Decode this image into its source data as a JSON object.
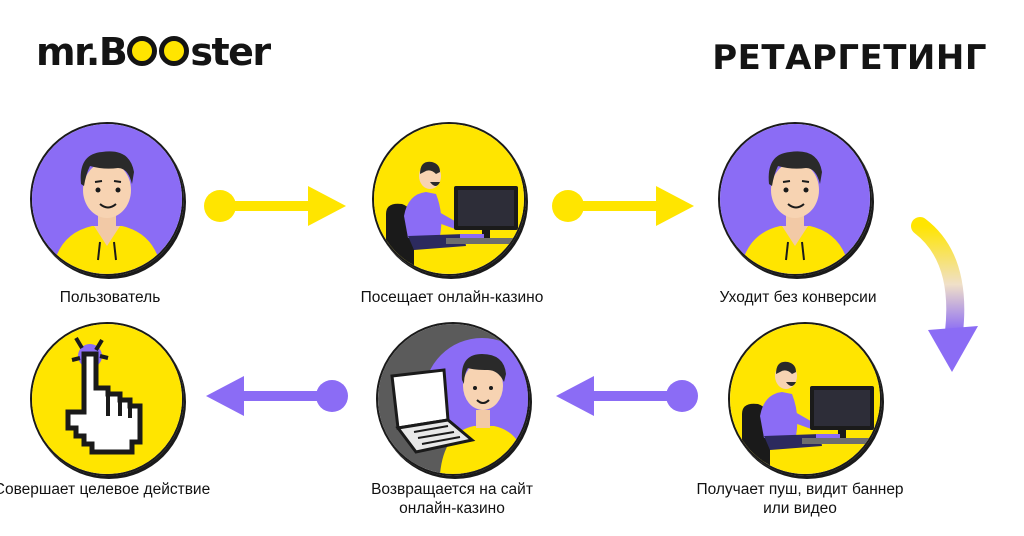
{
  "header": {
    "logo_prefix": "mr.B",
    "logo_suffix": "ster",
    "title": "РЕТАРГЕТИНГ"
  },
  "colors": {
    "yellow": "#FFE500",
    "purple": "#8B6CF5",
    "dark": "#141414",
    "gray": "#5B5B5B"
  },
  "steps": [
    {
      "id": 1,
      "label": "Пользователь",
      "scene": "person"
    },
    {
      "id": 2,
      "label": "Посещает онлайн-казино",
      "scene": "desk"
    },
    {
      "id": 3,
      "label": "Уходит без конверсии",
      "scene": "person"
    },
    {
      "id": 4,
      "label": "Получает пуш, видит баннер или видео",
      "scene": "desk"
    },
    {
      "id": 5,
      "label": "Возвращается на сайт онлайн-казино",
      "scene": "laptop"
    },
    {
      "id": 6,
      "label": "Совершает целевое действие",
      "scene": "cursor"
    }
  ],
  "icons": [
    "person-icon",
    "desk-computer-icon",
    "laptop-icon",
    "hand-cursor-icon",
    "arrow-right-icon",
    "arrow-left-icon",
    "curved-arrow-icon"
  ]
}
